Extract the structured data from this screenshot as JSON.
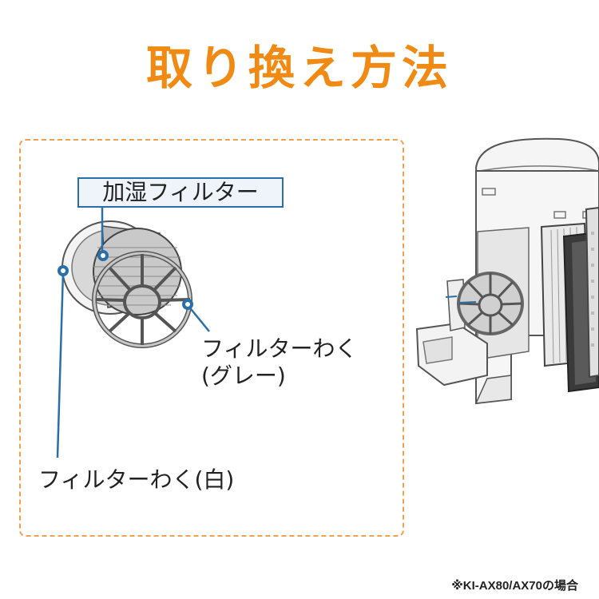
{
  "title": "取り換え方法",
  "labels": {
    "humidifier_filter": "加湿フィルター",
    "frame_gray_line1": "フィルターわく",
    "frame_gray_line2": "(グレー)",
    "frame_white": "フィルターわく(白)"
  },
  "note": "※KI-AX80/AX70の場合",
  "colors": {
    "title": "#f08a12",
    "dashed_border": "#f0a050",
    "callout": "#2a6fa8"
  },
  "icons": [
    "humidifier-filter-illustration",
    "air-purifier-illustration"
  ]
}
